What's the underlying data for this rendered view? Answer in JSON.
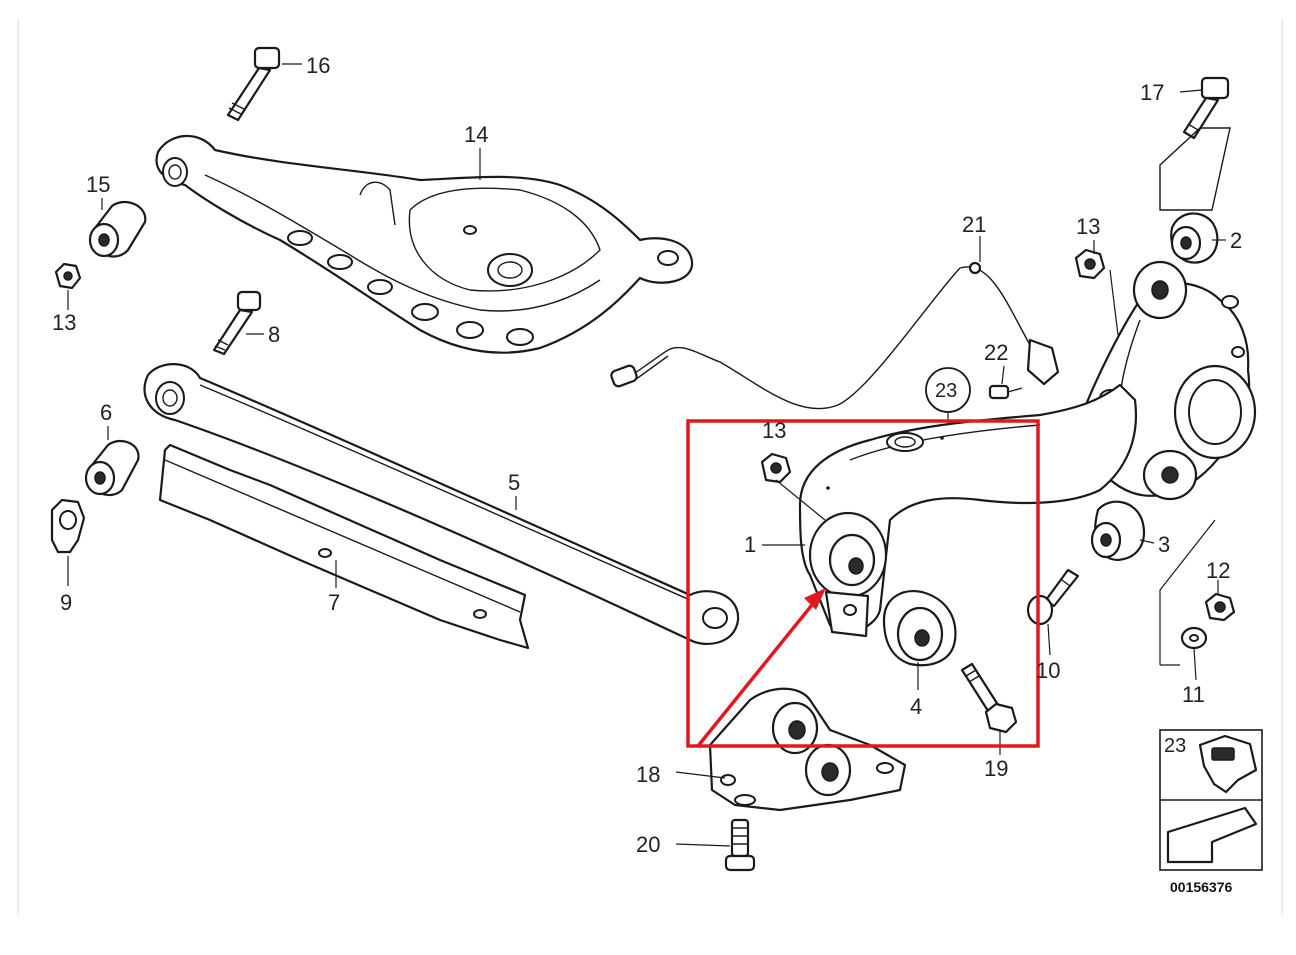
{
  "diagram": {
    "reference_number": "00156376",
    "callouts": [
      "16",
      "14",
      "15",
      "13",
      "8",
      "6",
      "5",
      "9",
      "7",
      "17",
      "2",
      "13",
      "21",
      "22",
      "23",
      "13",
      "1",
      "3",
      "12",
      "10",
      "11",
      "4",
      "19",
      "18",
      "20",
      "23"
    ],
    "highlight_color": "#e0191f",
    "line_color": "#1a1a1a",
    "background_color": "#ffffff"
  }
}
